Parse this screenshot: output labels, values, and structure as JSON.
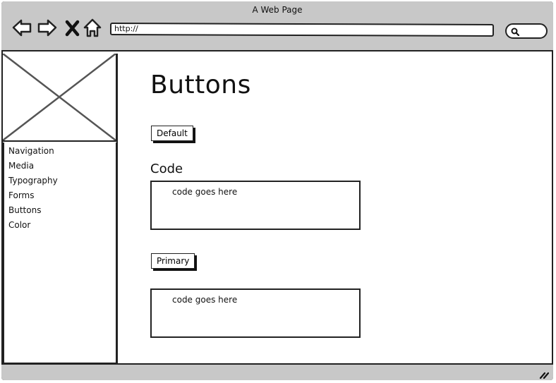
{
  "window": {
    "title": "A Web Page"
  },
  "toolbar": {
    "url": "http://",
    "icons": [
      "back-arrow-icon",
      "forward-arrow-icon",
      "close-x-icon",
      "home-icon",
      "search-icon"
    ]
  },
  "sidebar": {
    "image_placeholder": "image-placeholder",
    "items": [
      {
        "label": "Navigation"
      },
      {
        "label": "Media"
      },
      {
        "label": "Typography"
      },
      {
        "label": "Forms"
      },
      {
        "label": "Buttons"
      },
      {
        "label": "Color"
      }
    ]
  },
  "main": {
    "title": "Buttons",
    "default_button": "Default",
    "code_heading": "Code",
    "code_block_1": "code goes here",
    "primary_button": "Primary",
    "code_block_2": "code goes here"
  },
  "colors": {
    "chrome": "#c8c8c8",
    "stroke": "#222222",
    "page": "#ffffff"
  }
}
